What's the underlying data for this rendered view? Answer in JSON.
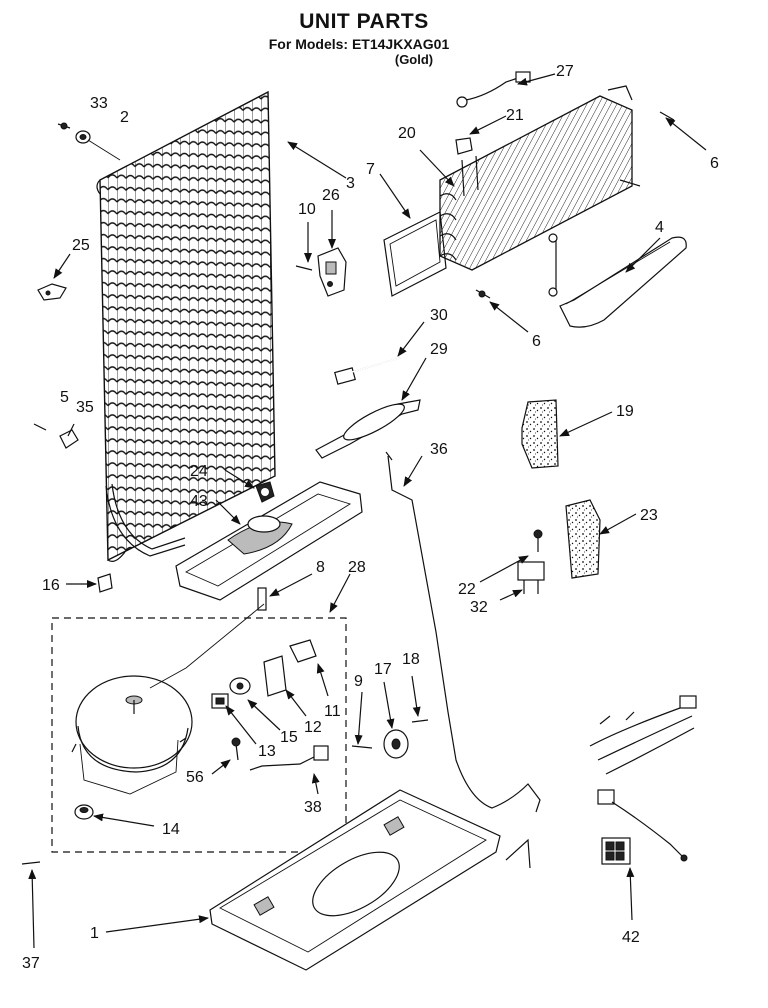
{
  "header": {
    "title": "UNIT PARTS",
    "models": "For Models: ET14JKXAG01",
    "color": "(Gold)"
  },
  "callouts": {
    "p1": "1",
    "p2": "2",
    "p3": "3",
    "p4": "4",
    "p5": "5",
    "p6a": "6",
    "p6b": "6",
    "p7": "7",
    "p8": "8",
    "p9": "9",
    "p10": "10",
    "p11": "11",
    "p12": "12",
    "p13": "13",
    "p14": "14",
    "p15": "15",
    "p16": "16",
    "p17": "17",
    "p18": "18",
    "p19": "19",
    "p20": "20",
    "p21": "21",
    "p22": "22",
    "p23": "23",
    "p24": "24",
    "p25": "25",
    "p26": "26",
    "p27": "27",
    "p28": "28",
    "p29": "29",
    "p30": "30",
    "p32": "32",
    "p33": "33",
    "p35": "35",
    "p36": "36",
    "p37": "37",
    "p38": "38",
    "p42": "42",
    "p43": "43",
    "p56": "56"
  }
}
